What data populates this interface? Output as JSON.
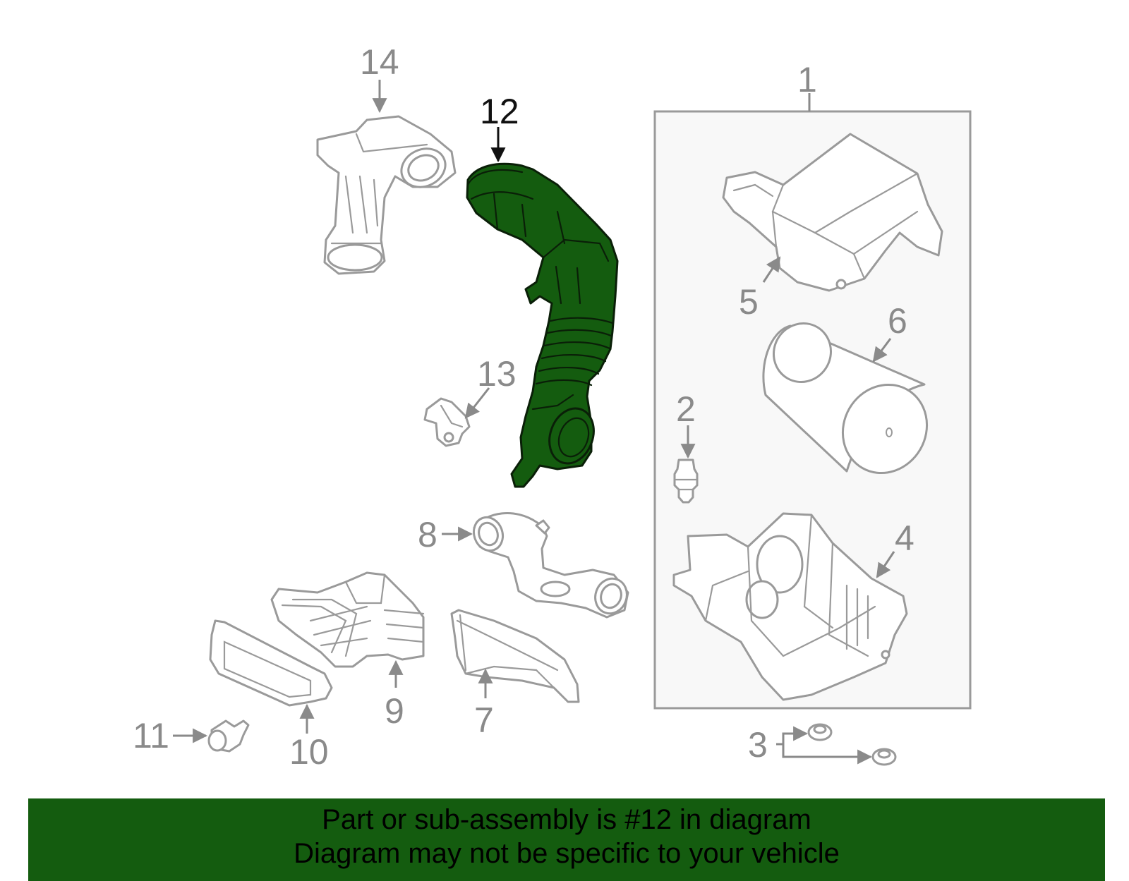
{
  "callouts": {
    "c1": "1",
    "c2": "2",
    "c3": "3",
    "c4": "4",
    "c5": "5",
    "c6": "6",
    "c7": "7",
    "c8": "8",
    "c9": "9",
    "c10": "10",
    "c11": "11",
    "c12": "12",
    "c13": "13",
    "c14": "14"
  },
  "highlighted_part": "12",
  "colors": {
    "highlight": "#145c0f",
    "part_outline": "#9a9a9a",
    "banner": "#145c0f"
  },
  "banner": {
    "line1": "Part or sub-assembly is #12 in diagram",
    "line2": "Diagram may not be specific to your vehicle"
  }
}
